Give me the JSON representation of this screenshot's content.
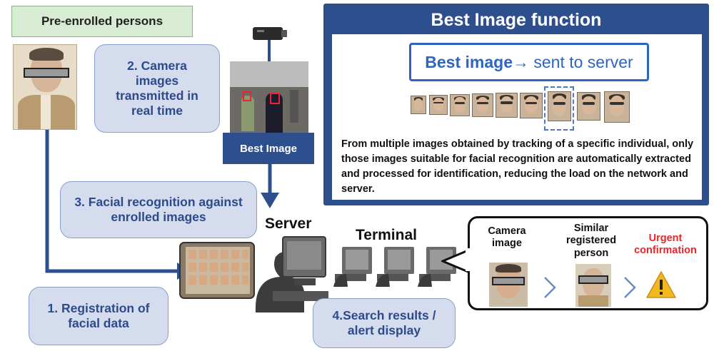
{
  "pre_enrolled": {
    "label": "Pre-enrolled persons"
  },
  "callouts": {
    "camera_images": "2. Camera images transmitted in real time",
    "facial_recognition": "3. Facial recognition against enrolled images",
    "registration": "1. Registration of facial data",
    "search_results": "4.Search results / alert display"
  },
  "best_image_label": "Best Image",
  "labels": {
    "server": "Server",
    "terminal": "Terminal"
  },
  "best_panel": {
    "title": "Best Image function",
    "sent_bold": "Best image",
    "sent_rest": "→ sent to server",
    "description": "From multiple images obtained by tracking of a specific individual, only those images suitable for facial recognition are automatically extracted and processed for identification, reducing the load on the network and server."
  },
  "terminal_panel": {
    "camera_image": "Camera image",
    "similar": "Similar registered person",
    "urgent": "Urgent confirmation"
  },
  "colors": {
    "navy": "#2e4f8e",
    "callout_bg": "#d4dced",
    "callout_text": "#2c4a8c",
    "urgent": "#e8262a",
    "arrow": "#2e4f8e"
  },
  "icons": [
    "security-camera-icon",
    "server-computer-icon",
    "terminal-computer-icon",
    "warning-icon",
    "chevron-right-icon"
  ]
}
